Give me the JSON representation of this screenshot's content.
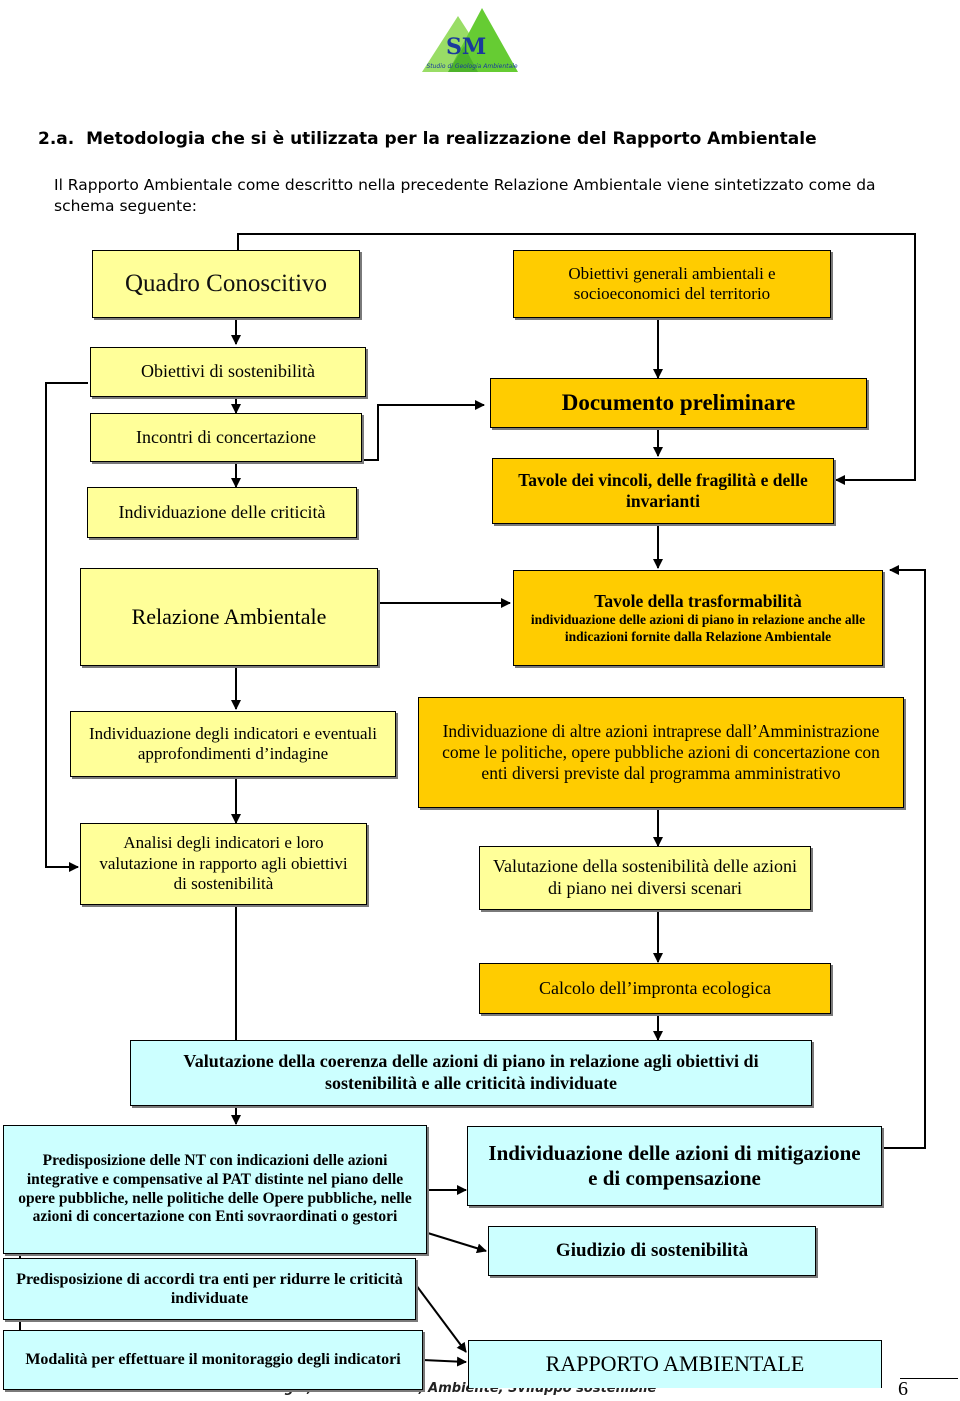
{
  "logo": {
    "text": "SM",
    "subtitle": "Studio di Geologia Ambientale"
  },
  "heading": {
    "number": "2.a.",
    "title": "Metodologia che si è utilizzata per la realizzazione del Rapporto Ambientale"
  },
  "intro": "Il Rapporto Ambientale come descritto nella precedente Relazione Ambientale viene sintetizzato come da schema seguente:",
  "boxes": {
    "quadro_conoscitivo": "Quadro Conoscitivo",
    "obiettivi_generali": "Obiettivi generali ambientali e socioeconomici del territorio",
    "obiettivi_sostenibilita": "Obiettivi di sostenibilità",
    "incontri_concertazione": "Incontri di concertazione",
    "individuazione_criticita": "Individuazione delle criticità",
    "documento_preliminare": "Documento preliminare",
    "tavole_vincoli": "Tavole dei vincoli, delle fragilità e delle invarianti",
    "relazione_ambientale": "Relazione Ambientale",
    "tavole_trasformabilita_title": "Tavole della trasformabilità",
    "tavole_trasformabilita_sub": "individuazione delle azioni di piano in relazione anche alle indicazioni fornite dalla Relazione Ambientale",
    "individuazione_indicatori": "Individuazione degli indicatori e eventuali approfondimenti d’indagine",
    "altre_azioni": "Individuazione di altre azioni intraprese dall’Amministrazione come le politiche, opere pubbliche azioni di concertazione con enti diversi previste dal programma amministrativo",
    "analisi_indicatori": "Analisi degli indicatori e loro valutazione in rapporto agli obiettivi di sostenibilità",
    "valutazione_sostenibilita_azioni": "Valutazione della sostenibilità delle azioni di piano nei diversi scenari",
    "calcolo_impronta": "Calcolo dell’impronta ecologica",
    "valutazione_coerenza": "Valutazione della coerenza delle azioni di piano in relazione agli obiettivi di sostenibilità e alle criticità individuate",
    "predisposizione_nt": "Predisposizione delle NT con indicazioni delle azioni integrative e compensative al PAT distinte nel piano delle opere pubbliche, nelle politiche delle Opere pubbliche, nelle azioni di concertazione con Enti sovraordinati o gestori",
    "individuazione_mitigazione": "Individuazione delle azioni di mitigazione e di compensazione",
    "predisposizione_accordi": "Predisposizione di accordi tra enti per ridurre le criticità individuate",
    "giudizio_sostenibilita": "Giudizio di sostenibilità",
    "modalita_monitoraggio": "Modalità per effettuare il monitoraggio degli indicatori",
    "rapporto_ambientale": "RAPPORTO AMBIENTALE"
  },
  "footer": {
    "text": "STUDIO MASTELLA: Geologia, Pianificazione, Ambiente, Sviluppo sostenibile",
    "page": "6"
  },
  "colors": {
    "yellow": "#ffff99",
    "orange": "#ffcc00",
    "cyan": "#ccffff",
    "logo_green": "#66cc33"
  }
}
